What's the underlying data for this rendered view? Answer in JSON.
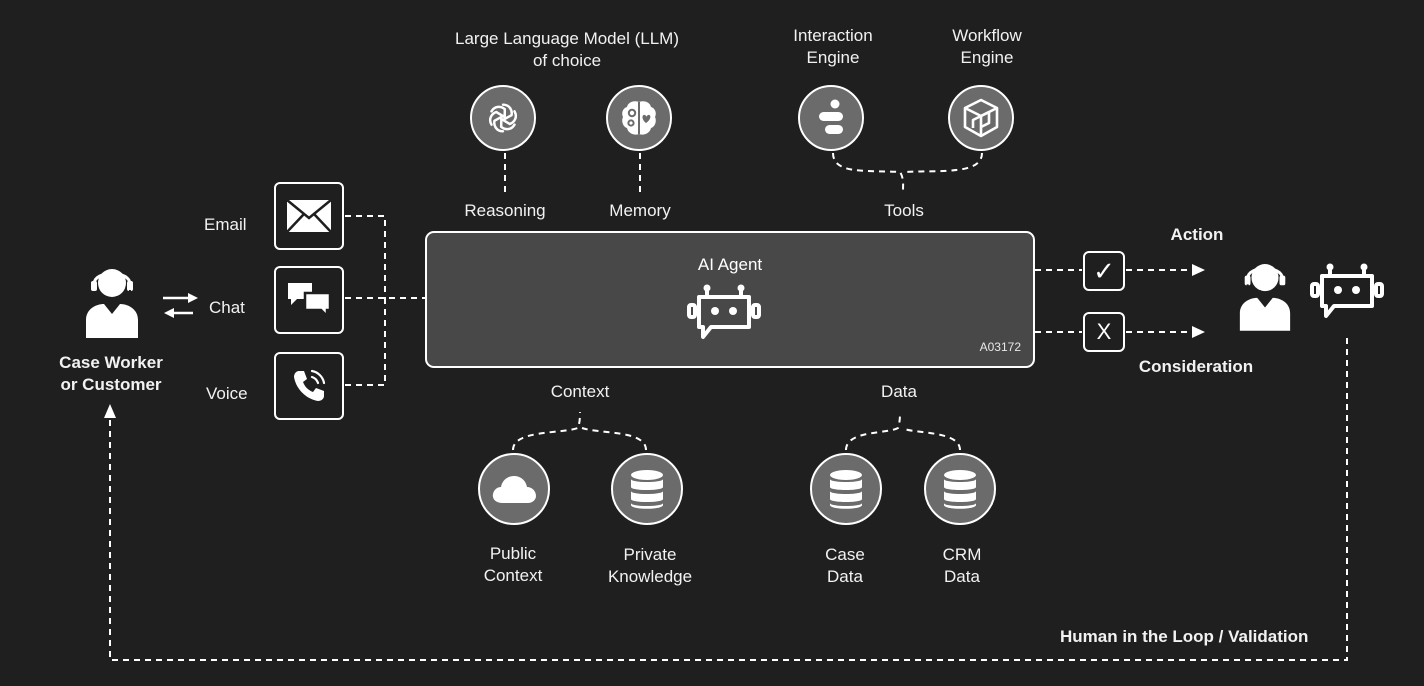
{
  "llm": {
    "title_line1": "Large Language Model (LLM)",
    "title_line2": "of choice"
  },
  "tools": {
    "interaction_line1": "Interaction",
    "interaction_line2": "Engine",
    "workflow_line1": "Workflow",
    "workflow_line2": "Engine",
    "label": "Tools"
  },
  "reasoning_label": "Reasoning",
  "memory_label": "Memory",
  "agent": {
    "title": "AI Agent",
    "code": "A03172"
  },
  "channels": {
    "email": "Email",
    "chat": "Chat",
    "voice": "Voice"
  },
  "user": {
    "line1": "Case Worker",
    "line2": "or Customer"
  },
  "outcomes": {
    "action": "Action",
    "consideration": "Consideration",
    "check_glyph": "✓",
    "x_glyph": "X"
  },
  "context": {
    "label": "Context",
    "public_line1": "Public",
    "public_line2": "Context",
    "private_line1": "Private",
    "private_line2": "Knowledge"
  },
  "data": {
    "label": "Data",
    "case_line1": "Case",
    "case_line2": "Data",
    "crm_line1": "CRM",
    "crm_line2": "Data"
  },
  "loop_label": "Human in the Loop / Validation",
  "colors": {
    "background": "#1f1f1f",
    "node_fill": "#6b6b6b",
    "agent_fill": "#484848",
    "stroke": "#ffffff"
  }
}
